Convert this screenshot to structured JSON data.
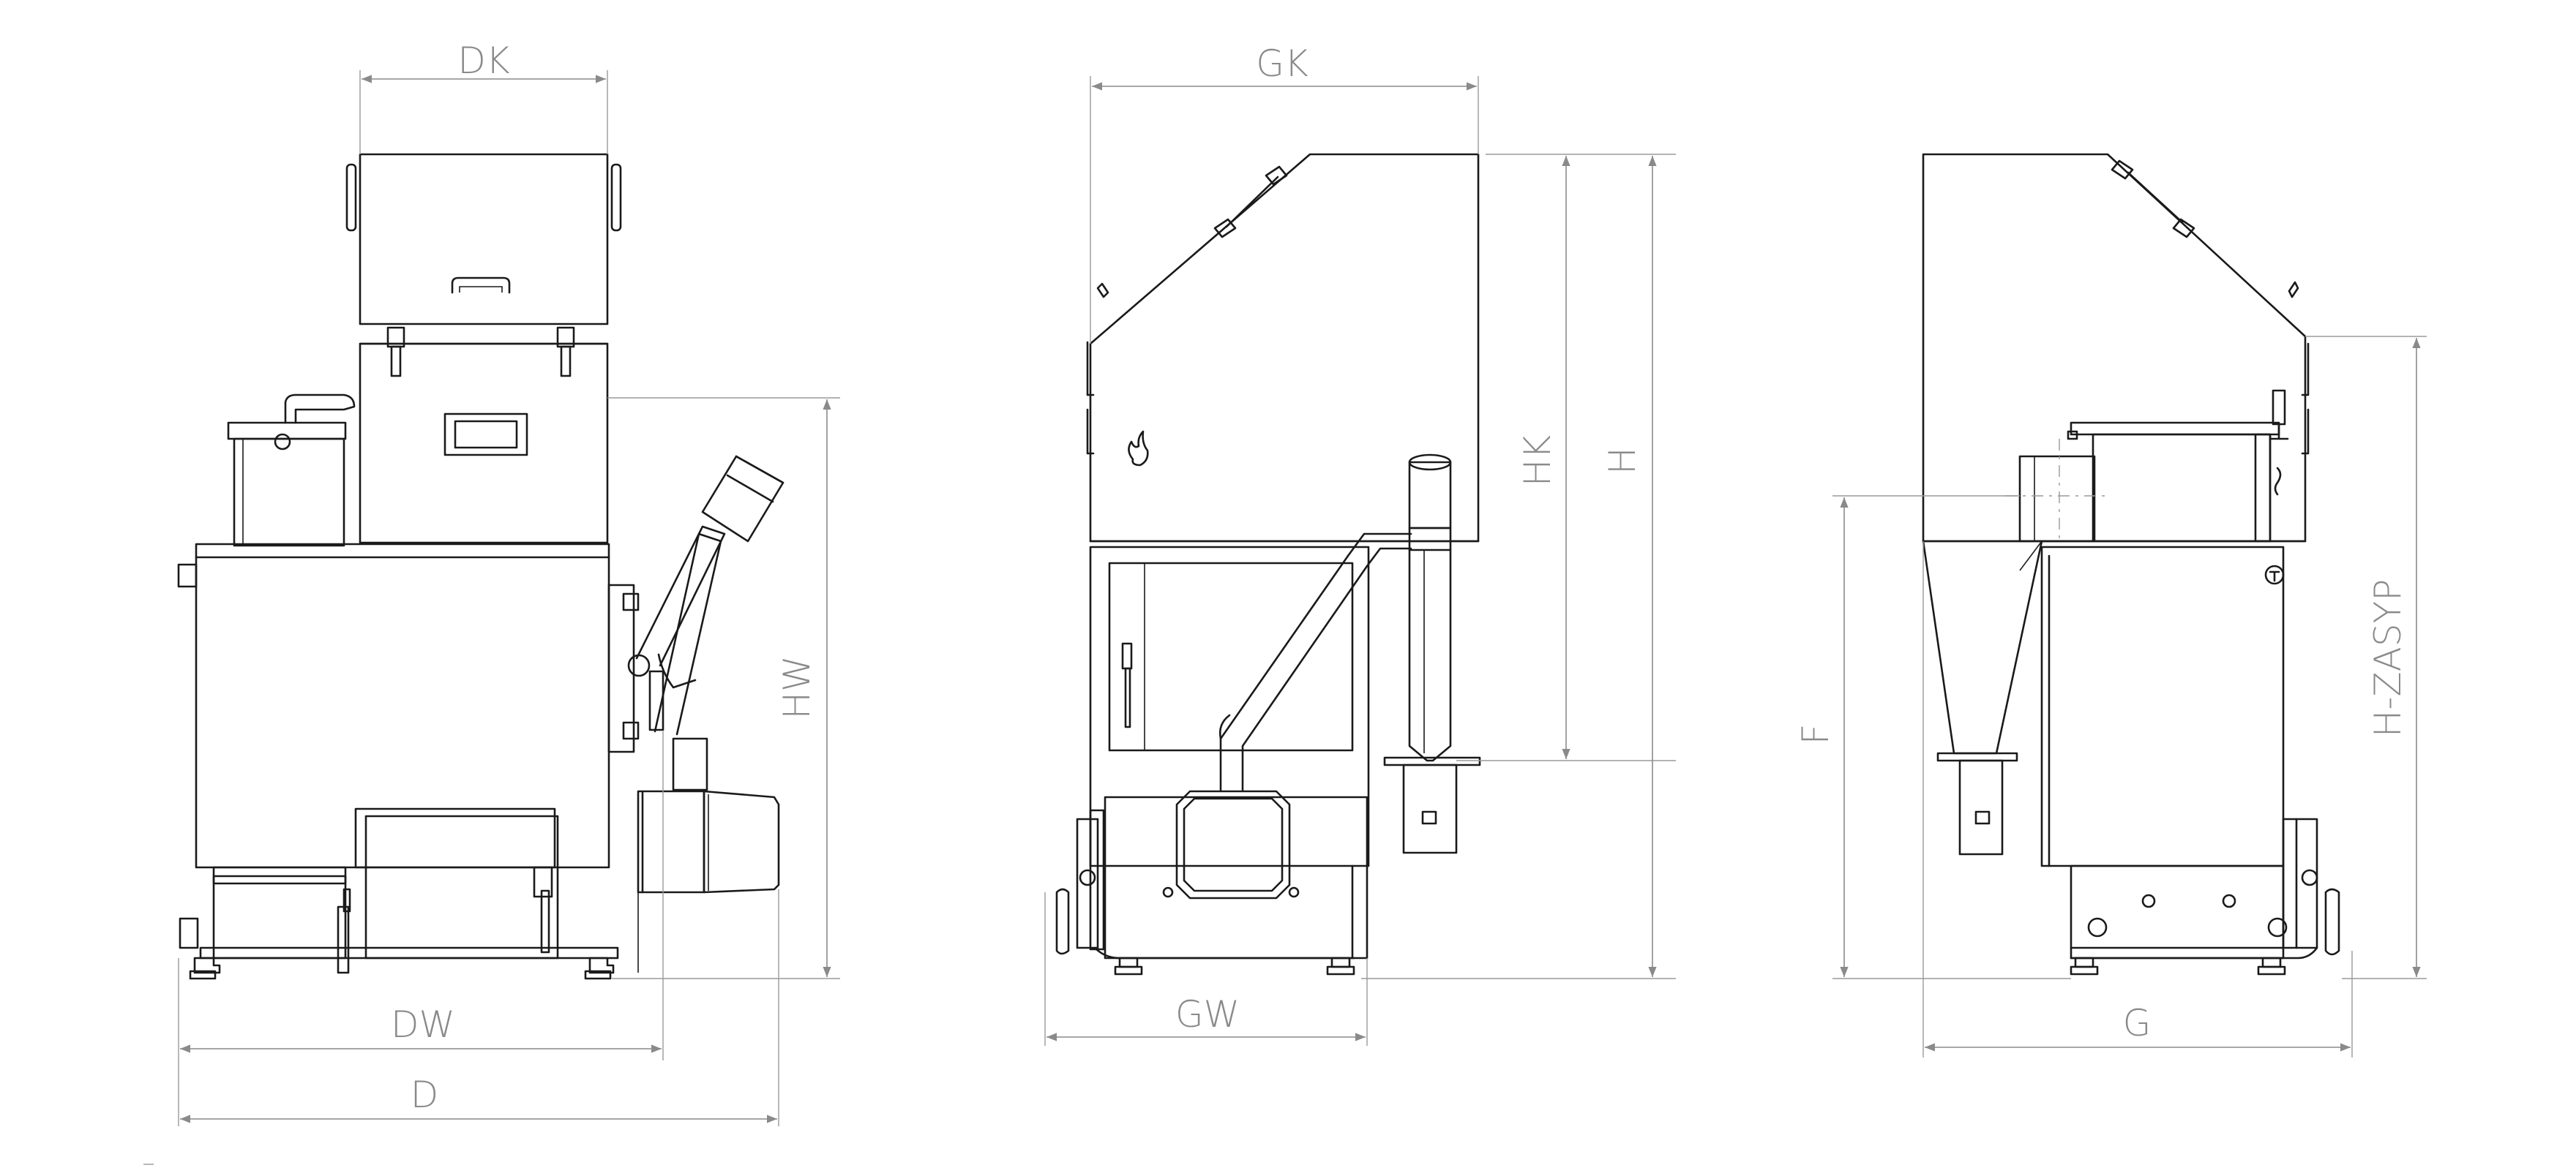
{
  "labels": {
    "dk": "DK",
    "hw": "HW",
    "dw": "DW",
    "d": "D",
    "gk": "GK",
    "hk": "HK",
    "h": "H",
    "gw": "GW",
    "f": "F",
    "h_zasyp": "H-ZASYP",
    "g": "G"
  },
  "colors": {
    "outline": "#1a1a1a",
    "dimension": "#8a8a8a",
    "background": "#ffffff"
  }
}
